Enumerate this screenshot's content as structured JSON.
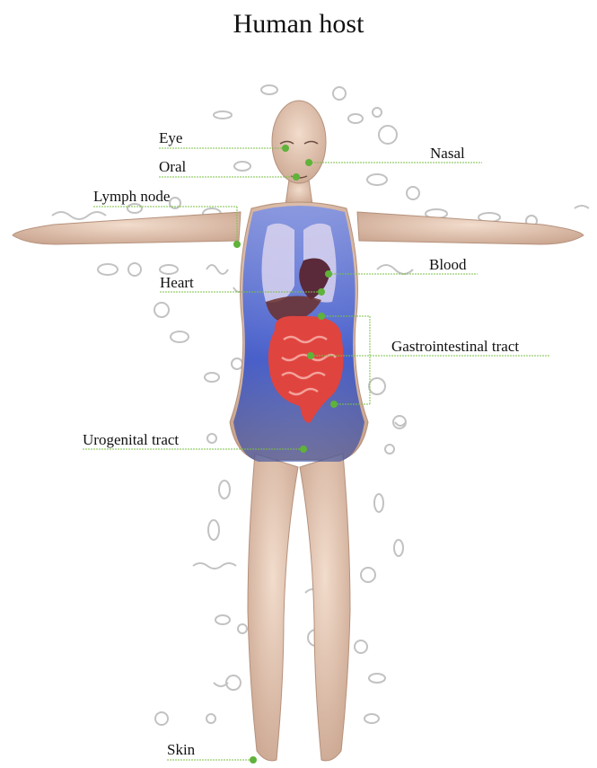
{
  "diagram": {
    "title": "Human host",
    "labels": {
      "eye": "Eye",
      "oral": "Oral",
      "nasal": "Nasal",
      "lymph_node": "Lymph node",
      "blood": "Blood",
      "heart": "Heart",
      "gastrointestinal": "Gastrointestinal tract",
      "urogenital": "Urogenital tract",
      "skin": "Skin"
    },
    "colors": {
      "leader_line": "#7cc04a",
      "marker_dot": "#5fb23a",
      "skin": "#e8c9b4",
      "torso_overlay": "#3d5fd6",
      "intestine": "#e0443f",
      "lungs": "#d8d4ef",
      "heart": "#5a2a3a",
      "microbe": "#b9b9b9"
    }
  }
}
